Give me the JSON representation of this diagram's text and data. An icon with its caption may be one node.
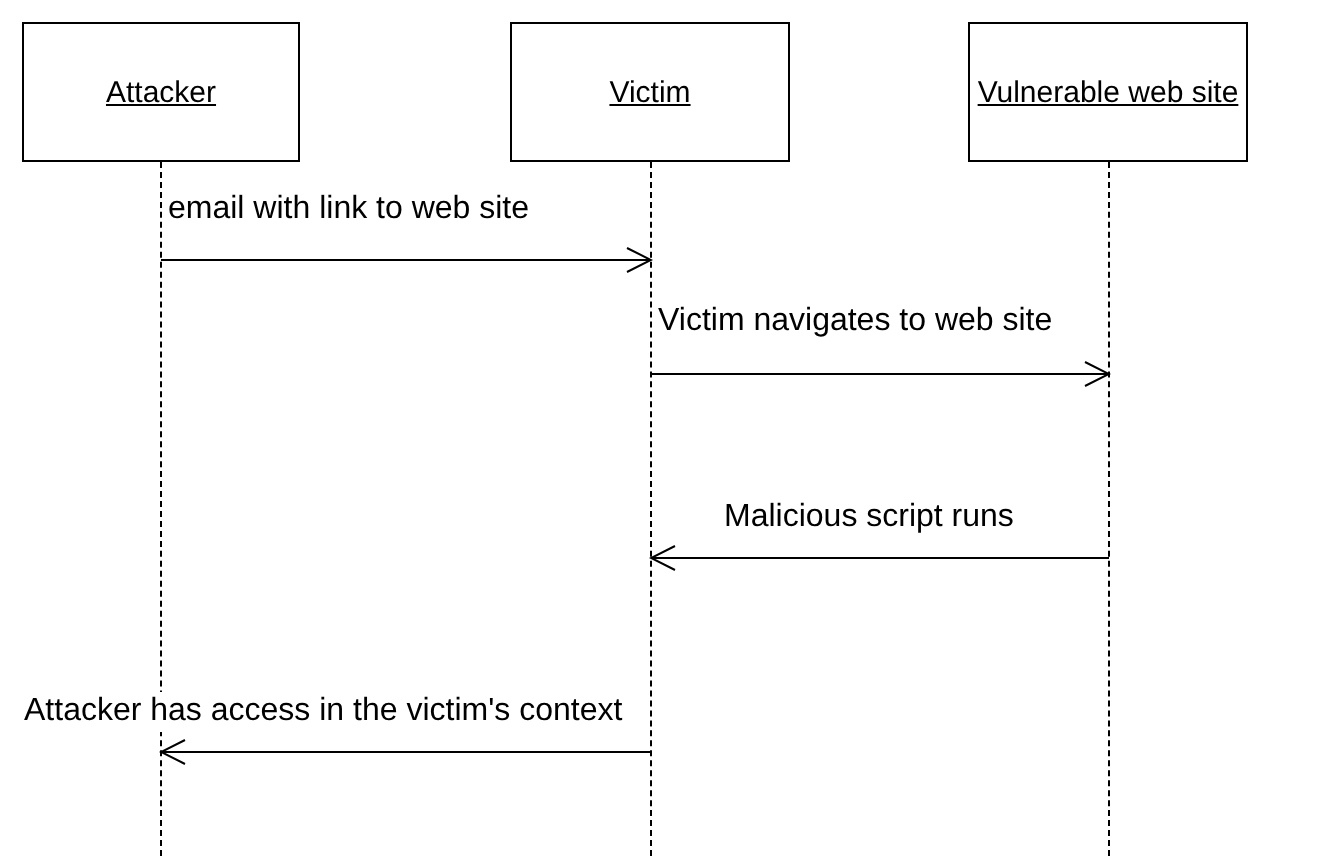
{
  "diagram": {
    "nodes": [
      {
        "text": [
          "Attacker"
        ]
      },
      {
        "text": [
          "Victim"
        ]
      },
      {
        "text": [
          "Vulnerable web site"
        ]
      },
      {
        "text": [],
        "shape": "lifeline"
      },
      {
        "text": [],
        "shape": "lifeline"
      },
      {
        "text": [],
        "shape": "lifeline"
      }
    ],
    "edges": [
      {
        "from": 3,
        "to": 4,
        "arrow": "to",
        "label": "email with link to web site"
      },
      {
        "from": 4,
        "to": 5,
        "arrow": "to",
        "label": "Victim navigates to web site"
      },
      {
        "from": 5,
        "to": 4,
        "arrow": "to",
        "label": "Malicious script runs"
      },
      {
        "from": 4,
        "to": 3,
        "arrow": "to",
        "label": "Attacker has access in the victim's context"
      }
    ]
  }
}
